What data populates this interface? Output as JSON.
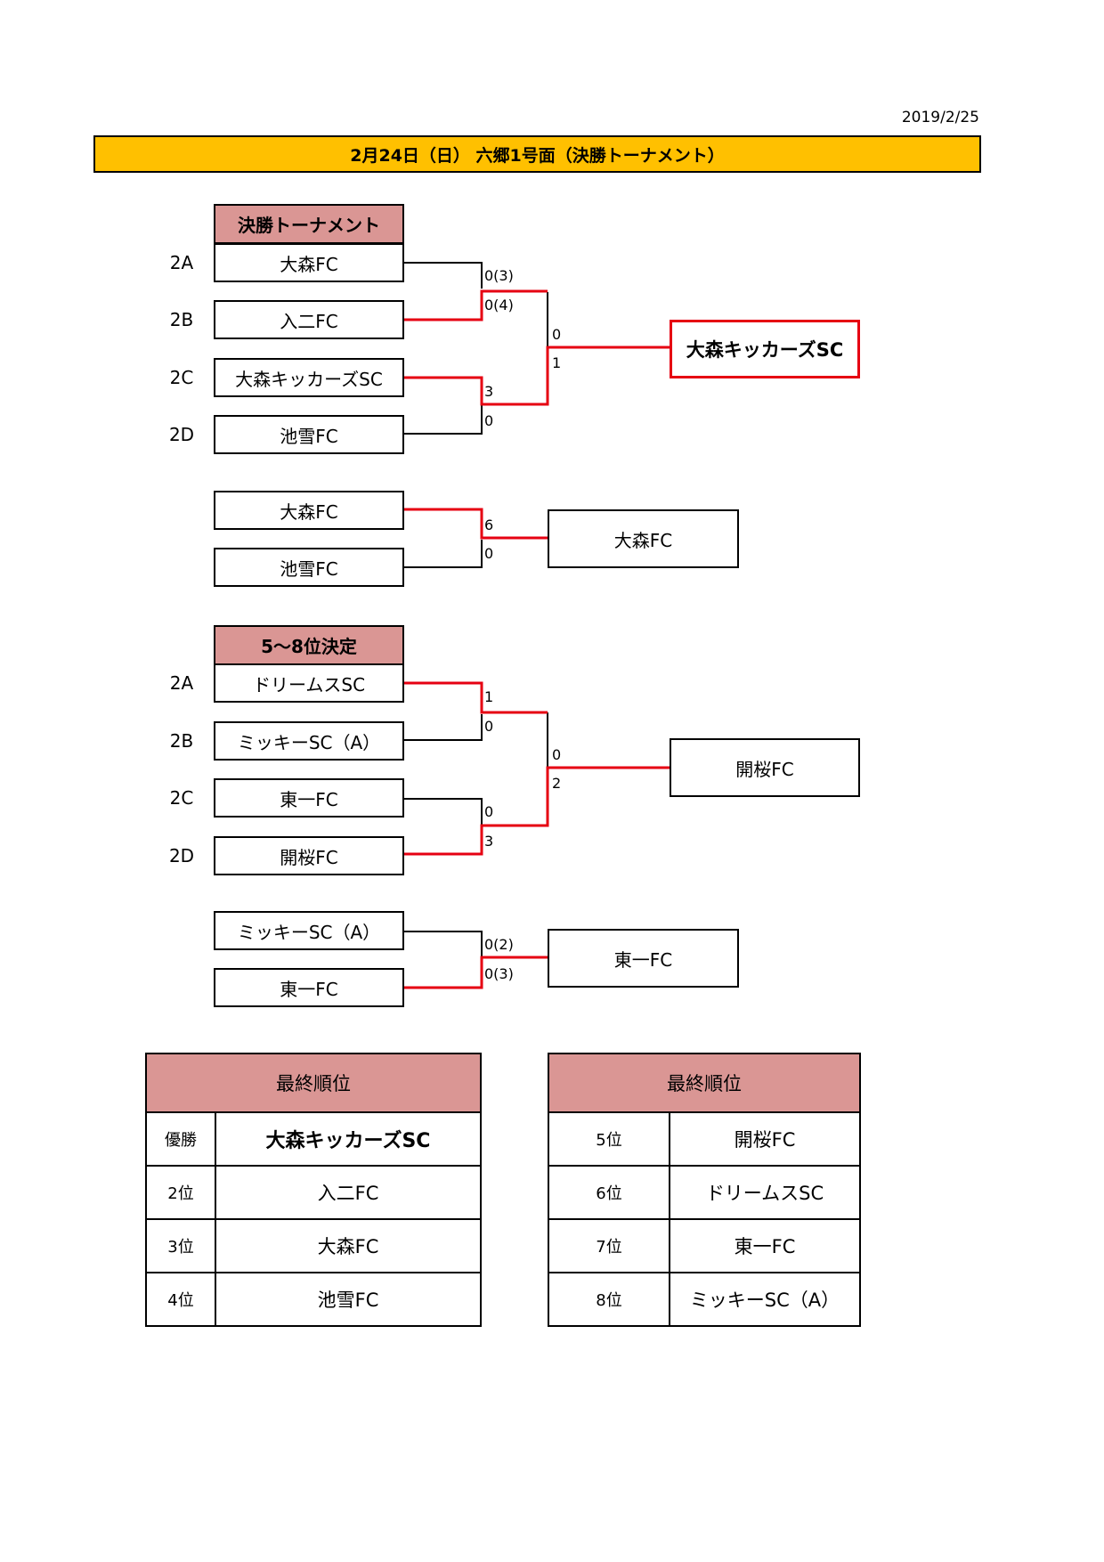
{
  "date": "2019/2/25",
  "title": "2月24日（日） 六郷1号面（決勝トーナメント）",
  "final_bracket": {
    "header": "決勝トーナメント",
    "seeds": [
      "2A",
      "2B",
      "2C",
      "2D"
    ],
    "teams": [
      "大森FC",
      "入二FC",
      "大森キッカーズSC",
      "池雪FC"
    ],
    "scores_r1": [
      "0(3)",
      "0(4)",
      "3",
      "0"
    ],
    "scores_final": [
      "0",
      "1"
    ],
    "champion": "大森キッカーズSC"
  },
  "third_place": {
    "teams": [
      "大森FC",
      "池雪FC"
    ],
    "scores": [
      "6",
      "0"
    ],
    "winner": "大森FC"
  },
  "placement_bracket": {
    "header": "5～8位決定",
    "seeds": [
      "2A",
      "2B",
      "2C",
      "2D"
    ],
    "teams": [
      "ドリームスSC",
      "ミッキーSC（A）",
      "東一FC",
      "開桜FC"
    ],
    "scores_r1": [
      "1",
      "0",
      "0",
      "3"
    ],
    "scores_final": [
      "0",
      "2"
    ],
    "winner": "開桜FC"
  },
  "seventh_place": {
    "teams": [
      "ミッキーSC（A）",
      "東一FC"
    ],
    "scores": [
      "0(2)",
      "0(3)"
    ],
    "winner": "東一FC"
  },
  "rank_left": {
    "header": "最終順位",
    "rows": [
      {
        "pos": "優勝",
        "team": "大森キッカーズSC"
      },
      {
        "pos": "2位",
        "team": "入二FC"
      },
      {
        "pos": "3位",
        "team": "大森FC"
      },
      {
        "pos": "4位",
        "team": "池雪FC"
      }
    ]
  },
  "rank_right": {
    "header": "最終順位",
    "rows": [
      {
        "pos": "5位",
        "team": "開桜FC"
      },
      {
        "pos": "6位",
        "team": "ドリームスSC"
      },
      {
        "pos": "7位",
        "team": "東一FC"
      },
      {
        "pos": "8位",
        "team": "ミッキーSC（A）"
      }
    ]
  },
  "colors": {
    "title_bg": "#FFC000",
    "header_bg": "#DA9694",
    "win_line": "#E60012",
    "line": "#000000"
  }
}
